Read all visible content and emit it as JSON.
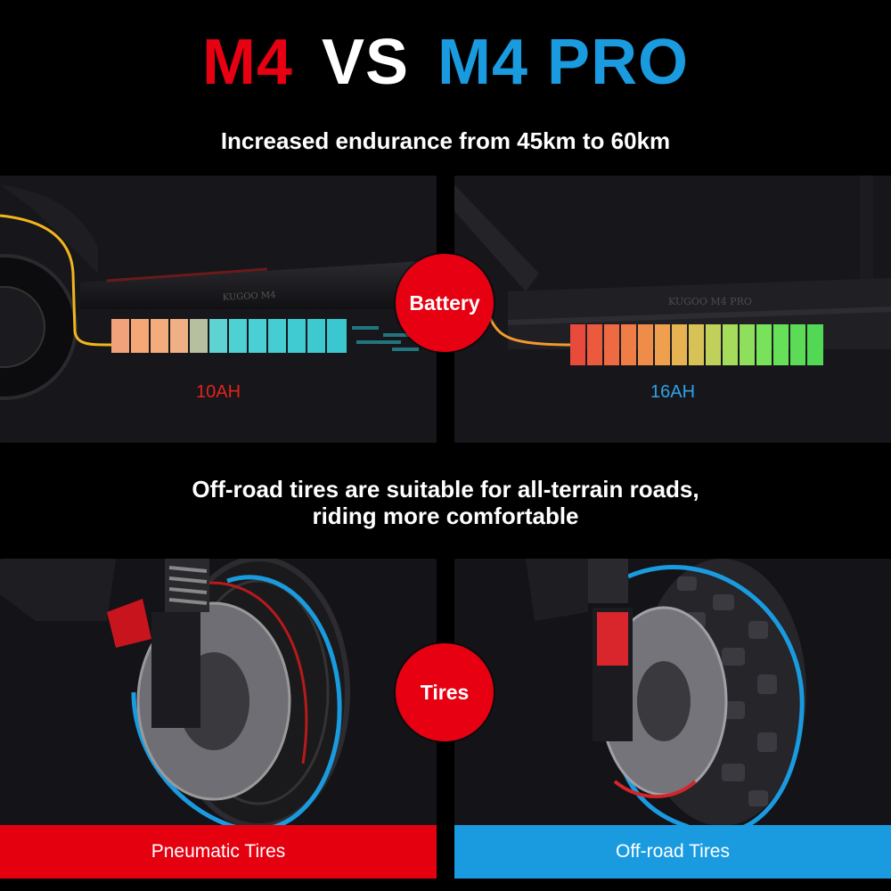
{
  "header": {
    "model_a": "M4",
    "vs": "VS",
    "model_b": "M4 PRO"
  },
  "battery_section": {
    "headline": "Increased endurance from 45km to 60km",
    "badge": "Battery",
    "left_capacity": "10AH",
    "right_capacity": "16AH",
    "left_deck_text": "KUGOO M4",
    "right_deck_text": "KUGOO M4 PRO"
  },
  "tire_section": {
    "headline_line1": "Off-road tires are suitable for all-terrain roads,",
    "headline_line2": "riding more comfortable",
    "badge": "Tires",
    "left_label": "Pneumatic Tires",
    "right_label": "Off-road Tires"
  },
  "colors": {
    "red": "#e60012",
    "blue": "#1a9be0",
    "white": "#ffffff",
    "background": "#000000"
  }
}
